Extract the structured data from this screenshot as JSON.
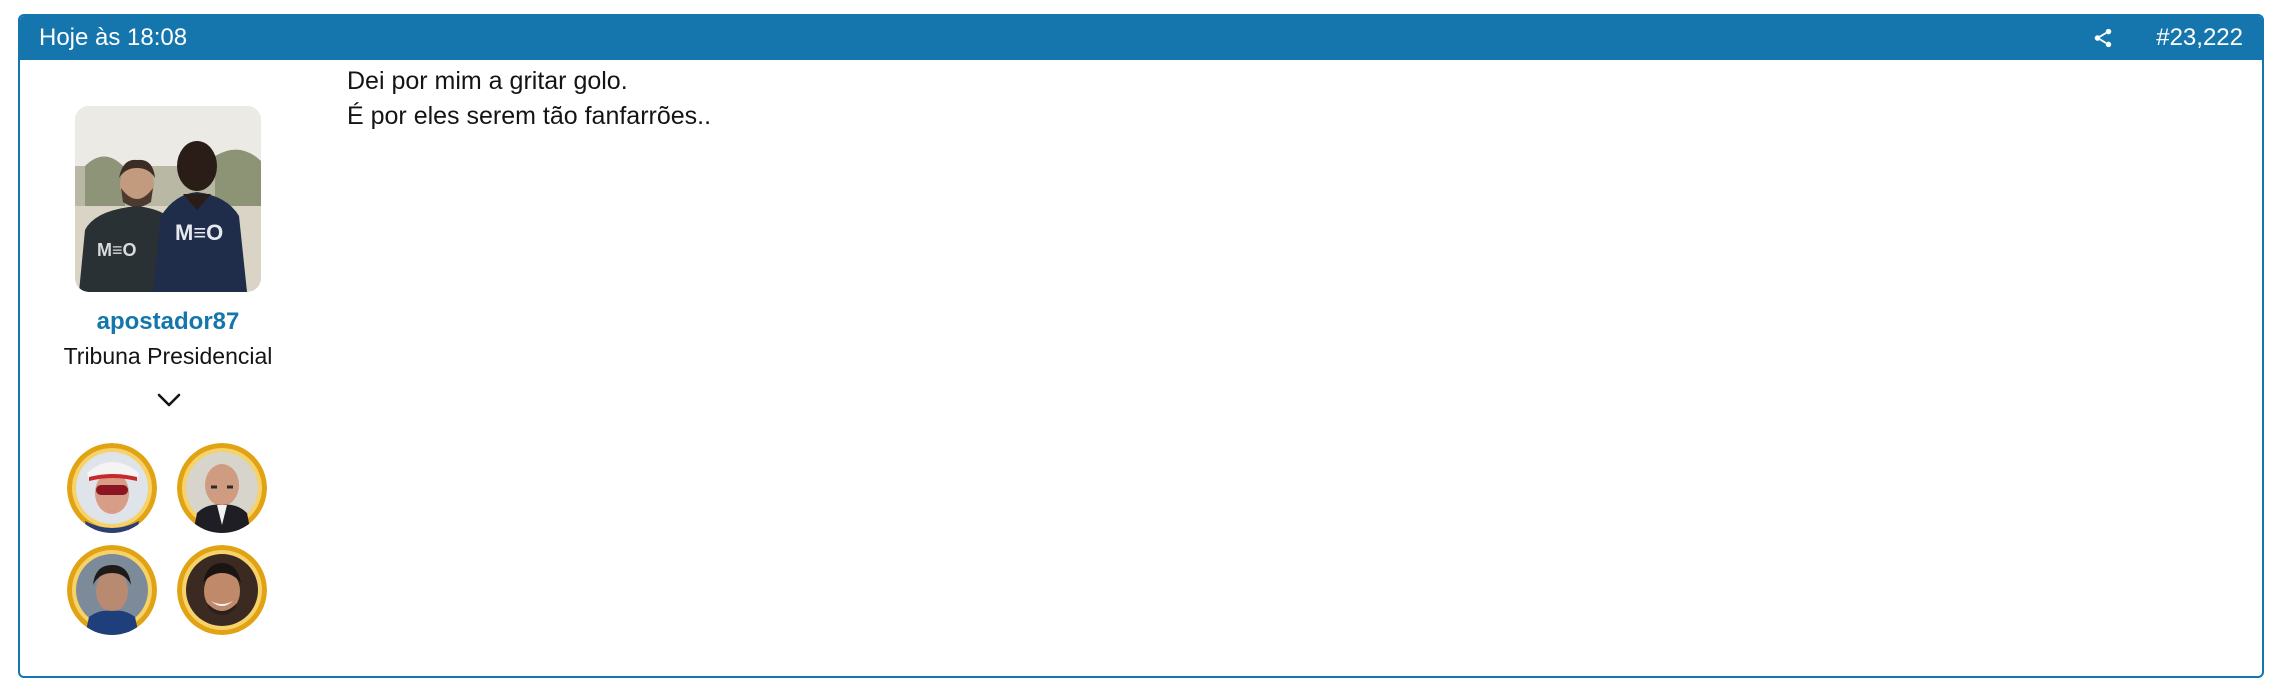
{
  "post": {
    "date": "Hoje às 18:08",
    "number": "#23,222",
    "share_icon": "share-icon",
    "author": {
      "username": "apostador87",
      "title": "Tribuna Presidencial",
      "expand_icon": "chevron-down-icon"
    },
    "message_lines": [
      "Dei por mim a gritar golo.",
      "É por eles serem tão fanfarrões.."
    ]
  },
  "colors": {
    "header_bg": "#1576ad",
    "username": "#1576ad",
    "text": "#141414",
    "badge_ring": "#e1a313"
  }
}
